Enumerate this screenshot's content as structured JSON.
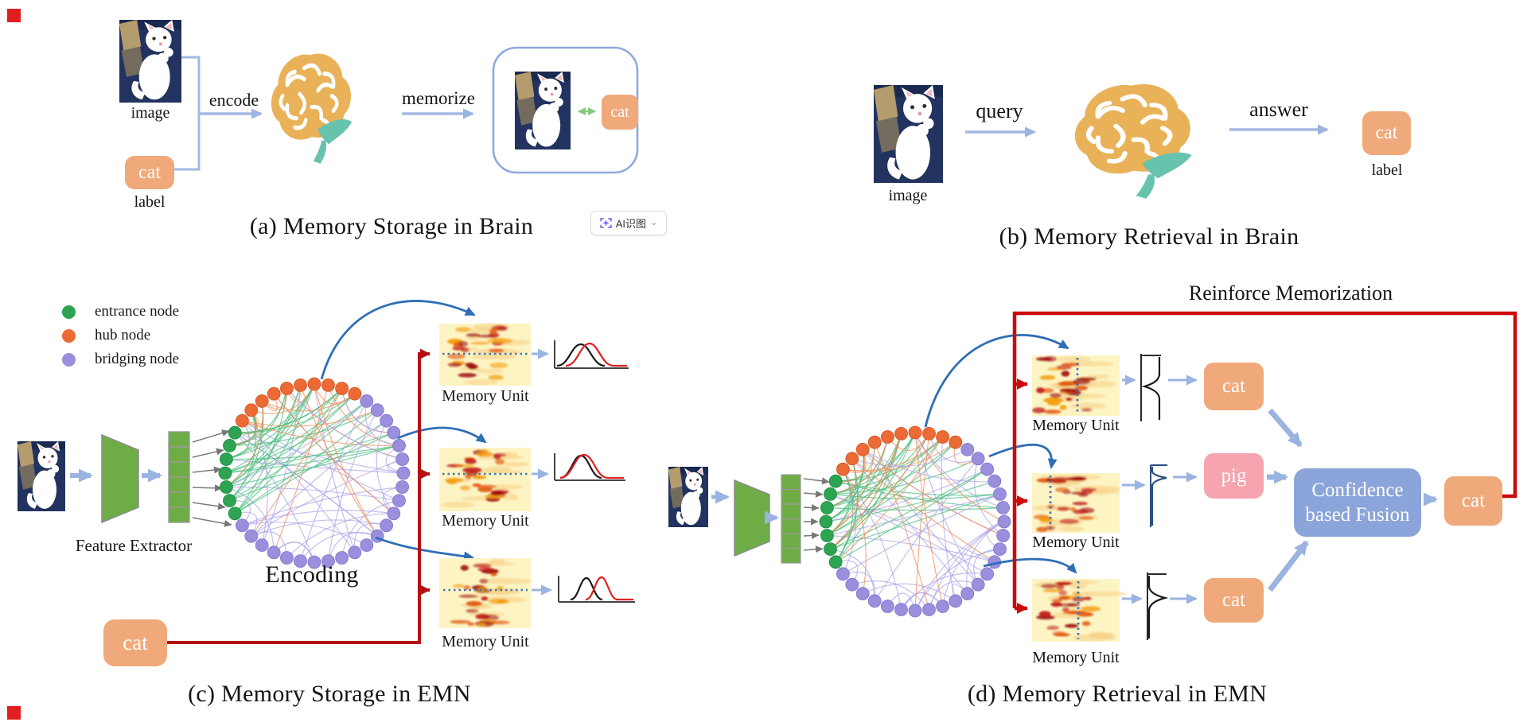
{
  "window": {
    "background": "#ffffff"
  },
  "corner_marks": {
    "color": "#E02020"
  },
  "ai_button": {
    "label": "AI识图",
    "icon": "ai-scan-icon",
    "chevron": "⌄"
  },
  "shared": {
    "memory_unit_label": "Memory Unit",
    "image_label": "image",
    "label_label": "label"
  },
  "panel_a": {
    "caption": "(a)  Memory Storage in Brain",
    "encode_label": "encode",
    "memorize_label": "memorize",
    "input_tag": "cat",
    "stored_tag": "cat"
  },
  "panel_b": {
    "caption": "(b)  Memory Retrieval in Brain",
    "query_label": "query",
    "answer_label": "answer",
    "answer_tag": "cat"
  },
  "panel_c": {
    "caption": "(c)  Memory Storage in EMN",
    "legend": [
      {
        "label": "entrance node",
        "color": "#2DA452"
      },
      {
        "label": "hub node",
        "color": "#EC6A36"
      },
      {
        "label": "bridging node",
        "color": "#998FDC"
      }
    ],
    "feature_extractor_label": "Feature Extractor",
    "encoding_label": "Encoding",
    "input_tag": "cat",
    "memory_unit_plots": [
      "black and red peaks slightly shifted",
      "black and red peaks matched",
      "black and red peaks separated"
    ]
  },
  "panel_d": {
    "caption": "(d)  Memory Retrieval in EMN",
    "reinforce_label": "Reinforce Memorization",
    "unit_outputs": [
      "cat",
      "pig",
      "cat"
    ],
    "fusion_label_line1": "Confidence",
    "fusion_label_line2": "based Fusion",
    "final_tag": "cat"
  },
  "colors": {
    "salmon_tag": "#F0A97B",
    "pink_tag": "#F6A4AF",
    "fusion_blue": "#8BA4D9",
    "light_arrow": "#9BB3E0",
    "curve_arrow": "#2F6EB5",
    "red_storage": "#B51111",
    "red_reinforce": "#CC0A0A",
    "brain_orange": "#E9B258",
    "brain_teal": "#67C3AE",
    "extractor_green": "#6EAD46",
    "heatmap_bg": "#FDF4C4",
    "dotted_line": "#3F76B6"
  }
}
